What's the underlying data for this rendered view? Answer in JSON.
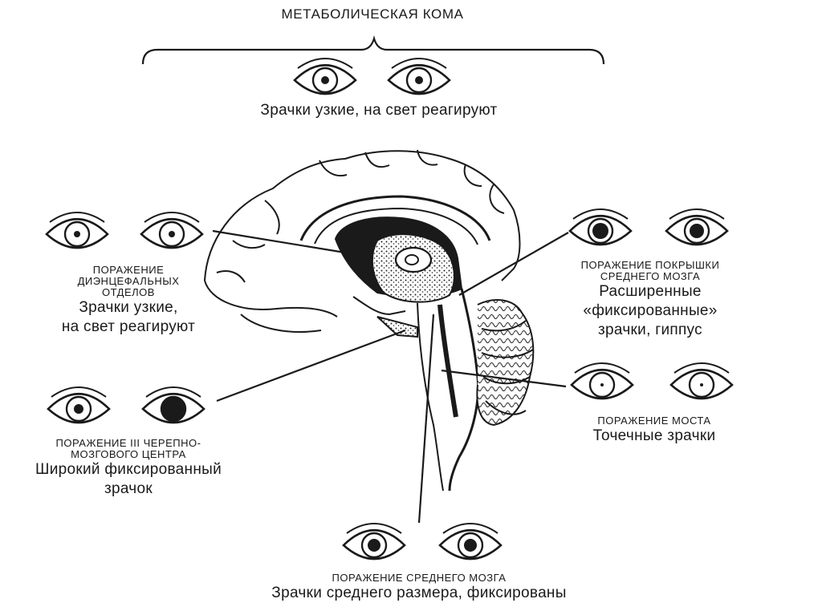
{
  "title": "МЕТАБОЛИЧЕСКАЯ КОМА",
  "metabolic": {
    "description": "Зрачки узкие, на свет реагируют"
  },
  "diencephalic": {
    "caption": [
      "ПОРАЖЕНИЕ",
      "ДИЭНЦЕФАЛЬНЫХ",
      "ОТДЕЛОВ"
    ],
    "description": [
      "Зрачки узкие,",
      "на свет реагируют"
    ]
  },
  "third_nerve": {
    "caption": [
      "ПОРАЖЕНИЕ III ЧЕРЕПНО-",
      "МОЗГОВОГО ЦЕНТРА"
    ],
    "description": [
      "Широкий фиксированный",
      "зрачок"
    ]
  },
  "tectum": {
    "caption": [
      "ПОРАЖЕНИЕ ПОКРЫШКИ",
      "СРЕДНЕГО МОЗГА"
    ],
    "description": [
      "Расширенные",
      "«фиксированные»",
      "зрачки, гиппус"
    ]
  },
  "pons": {
    "caption": "ПОРАЖЕНИЕ МОСТА",
    "description": "Точечные зрачки"
  },
  "midbrain": {
    "caption": "ПОРАЖЕНИЕ СРЕДНЕГО МОЗГА",
    "description": "Зрачки среднего размера, фиксированы"
  }
}
